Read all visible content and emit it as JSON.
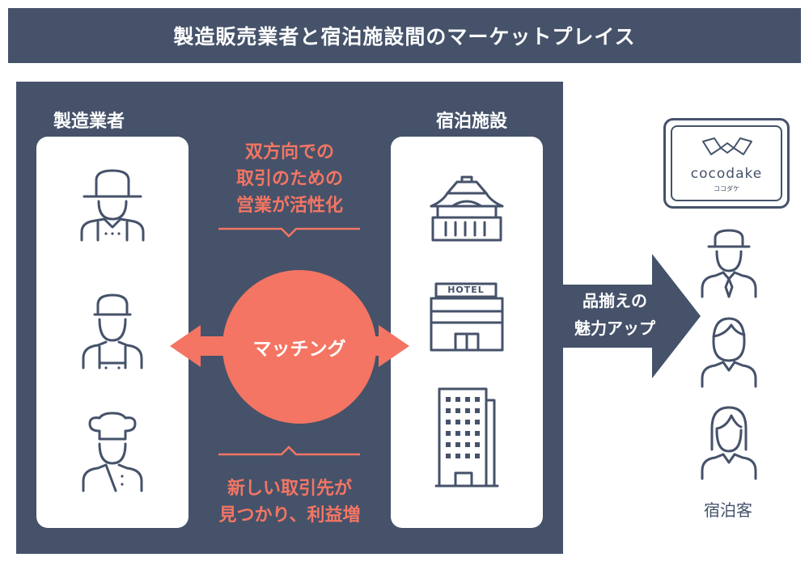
{
  "title": "製造販売業者と宿泊施設間のマーケットプレイス",
  "left_column": {
    "label": "製造業者",
    "icons": [
      "farmer-icon",
      "worker-icon",
      "chef-icon"
    ]
  },
  "right_column": {
    "label": "宿泊施設",
    "icons": [
      "ryokan-icon",
      "hotel-icon",
      "office-tower-icon"
    ],
    "hotel_sign": "HOTEL"
  },
  "top_note": {
    "line1": "双方向での",
    "line2": "取引のための",
    "line3": "営業が活性化"
  },
  "bottom_note": {
    "line1": "新しい取引先が",
    "line2": "見つかり、利益増"
  },
  "matching_label": "マッチング",
  "arrow_label": {
    "line1": "品揃えの",
    "line2": "魅力アップ"
  },
  "logo": {
    "name": "cocodake",
    "subtitle": "ココダケ"
  },
  "guests": {
    "label": "宿泊客",
    "icons": [
      "businessman-icon",
      "woman-short-hair-icon",
      "woman-long-hair-icon"
    ]
  },
  "colors": {
    "navy": "#45526a",
    "salmon": "#f47563",
    "white": "#ffffff"
  }
}
